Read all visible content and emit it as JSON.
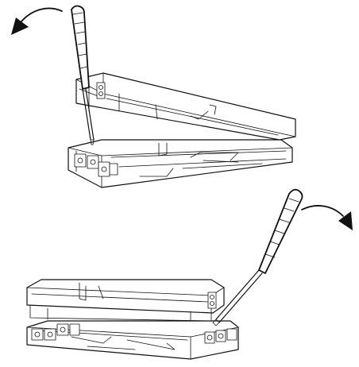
{
  "figure": {
    "steps": [
      {
        "direction": "counterclockwise",
        "tool": "screwdriver"
      },
      {
        "direction": "clockwise",
        "tool": "screwdriver"
      }
    ],
    "colors": {
      "line": "#111111",
      "background": "#ffffff",
      "handle_shade": "#d9d9d9"
    },
    "icons": [
      "curved-arrow-left-icon",
      "curved-arrow-right-icon",
      "screwdriver-icon"
    ]
  }
}
